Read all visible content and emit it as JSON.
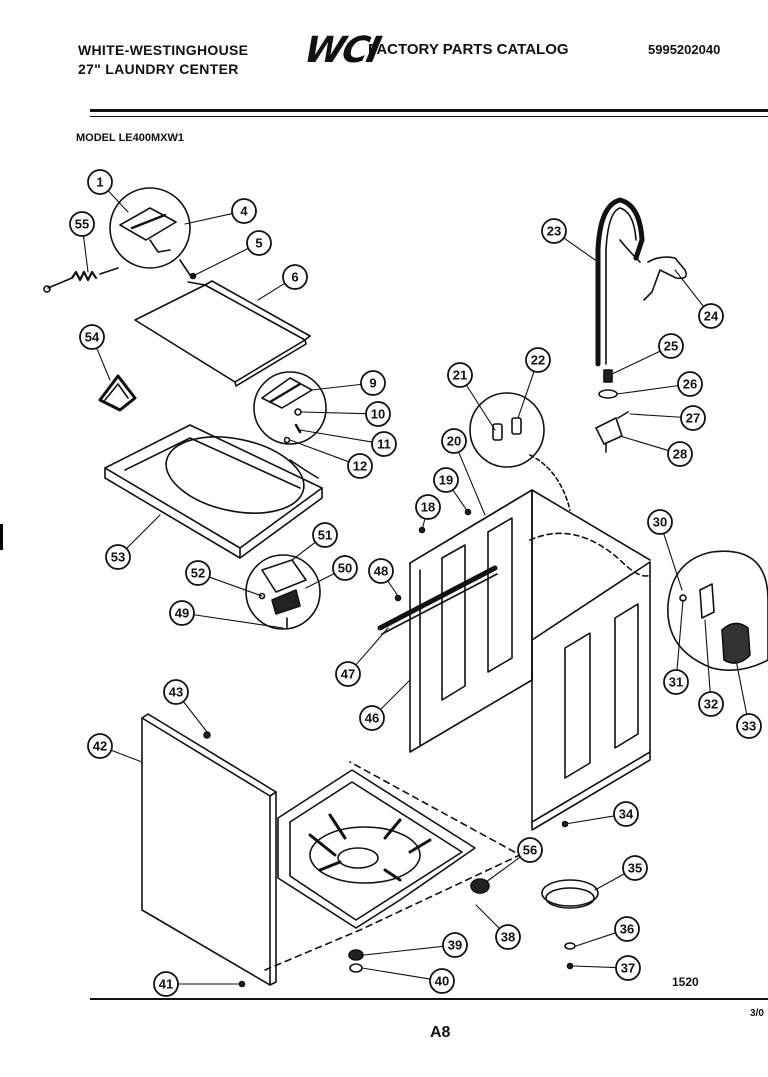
{
  "header": {
    "brand_line1": "WHITE-WESTINGHOUSE",
    "brand_line2": "27\" LAUNDRY CENTER",
    "logo_text": "WCI",
    "catalog_title": "FACTORY PARTS CATALOG",
    "catalog_number": "5995202040",
    "model_label": "MODEL LE400MXW1"
  },
  "footer": {
    "figure_number": "1520",
    "page_number": "A8",
    "edge_text": "3/0"
  },
  "callouts": [
    "1",
    "4",
    "5",
    "6",
    "9",
    "10",
    "11",
    "12",
    "18",
    "19",
    "20",
    "21",
    "22",
    "23",
    "24",
    "25",
    "26",
    "27",
    "28",
    "30",
    "31",
    "32",
    "33",
    "34",
    "35",
    "36",
    "37",
    "38",
    "39",
    "40",
    "41",
    "42",
    "43",
    "46",
    "47",
    "48",
    "49",
    "50",
    "51",
    "52",
    "53",
    "54",
    "55",
    "56"
  ]
}
